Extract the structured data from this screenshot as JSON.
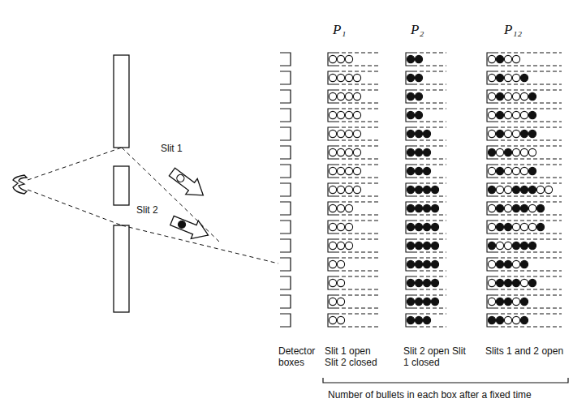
{
  "diagram": {
    "labels": [
      "P₁",
      "P₂",
      "P₁₂",
      "Slit 1",
      "Slit 2",
      "Detector boxes",
      "Slit 1 open Slit 2 closed",
      "Slit 2 open Slit 1 closed",
      "Slits 1 and 2 open",
      "Number of bullets in each box after a fixed time"
    ]
  }
}
